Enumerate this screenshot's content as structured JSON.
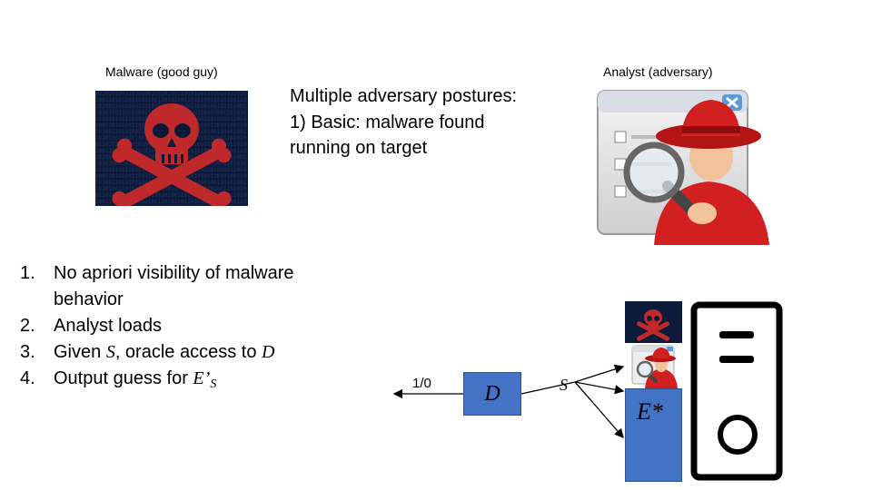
{
  "labels": {
    "malware_caption": "Malware (good guy)",
    "analyst_caption": "Analyst (adversary)"
  },
  "posture": {
    "line1": "Multiple adversary postures:",
    "line2": "1) Basic: malware found",
    "line3": "running on target"
  },
  "steps": [
    {
      "num": "1.",
      "text_a": "No apriori visibility of malware",
      "text_b": "behavior"
    },
    {
      "num": "2.",
      "text_a": "Analyst loads"
    },
    {
      "num": "3.",
      "text_pre": "Given ",
      "var1": "S",
      "text_mid": ", oracle access to ",
      "var2": "D"
    },
    {
      "num": "4.",
      "text_pre": "Output guess for ",
      "var1": "E’",
      "sub": "S"
    }
  ],
  "diagram": {
    "output_label": "1/0",
    "d_label": "D",
    "s_label": "S",
    "estar_label": "E*"
  },
  "icons": {
    "malware": "skull-crossbones-icon",
    "analyst": "spy-magnifier-icon",
    "computer": "computer-tower-icon"
  },
  "colors": {
    "box_blue": "#4472c4",
    "skull_red": "#c0292b",
    "hat_red": "#d21f1f"
  }
}
